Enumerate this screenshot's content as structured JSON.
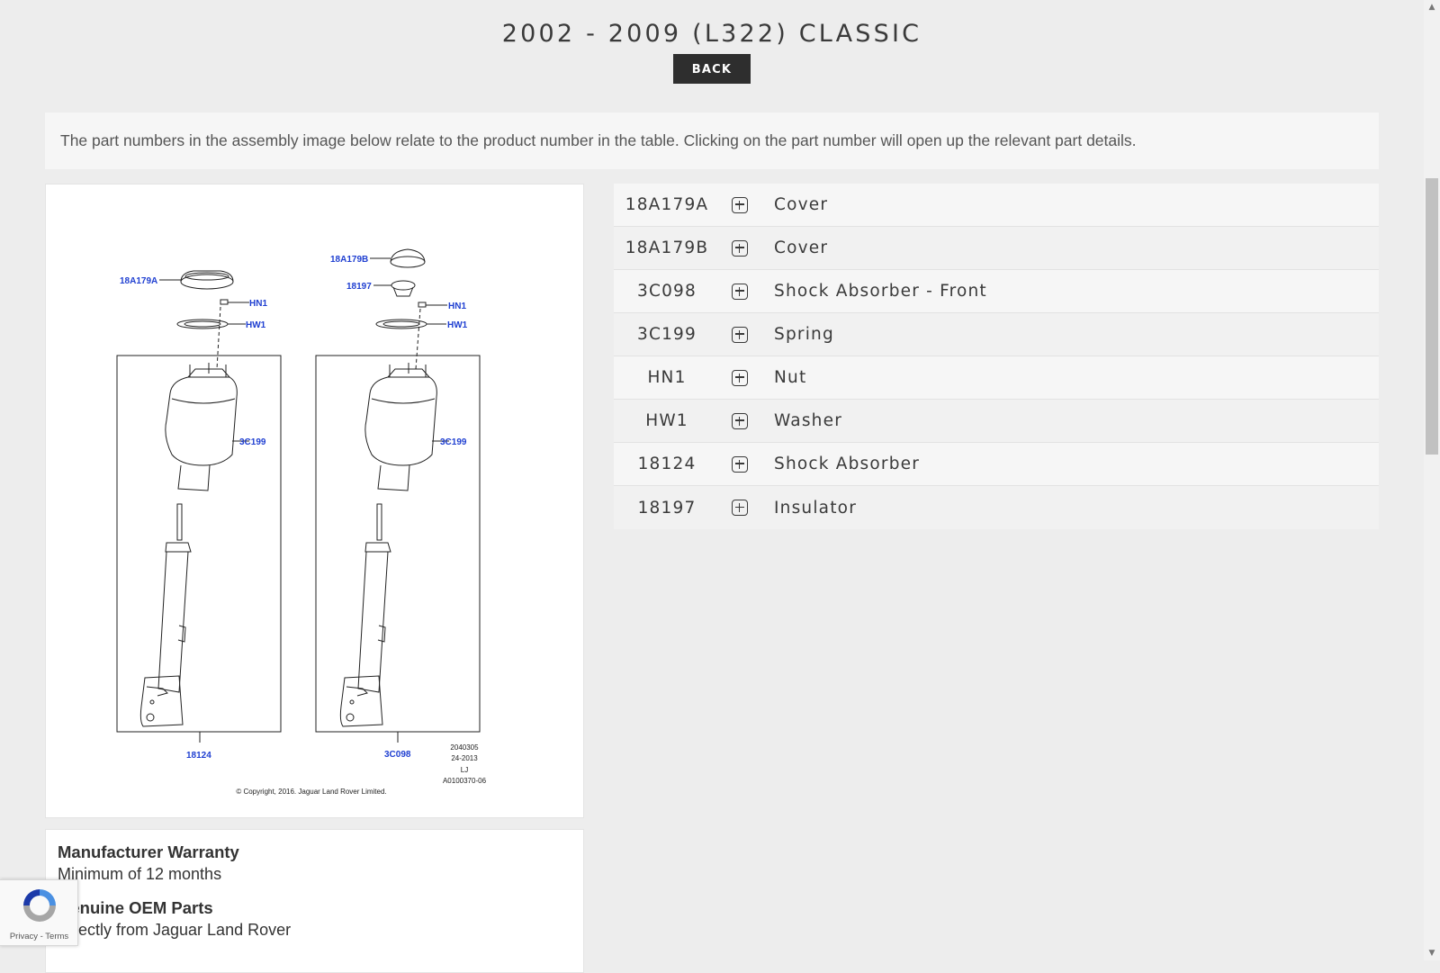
{
  "header": {
    "title": "2002 - 2009 (L322) CLASSIC",
    "back_label": "BACK"
  },
  "info_text": "The part numbers in the assembly image below relate to the product number in the table. Clicking on the part number will open up the relevant part details.",
  "parts": [
    {
      "number": "18A179A",
      "name": "Cover"
    },
    {
      "number": "18A179B",
      "name": "Cover"
    },
    {
      "number": "3C098",
      "name": "Shock Absorber - Front"
    },
    {
      "number": "3C199",
      "name": "Spring"
    },
    {
      "number": "HN1",
      "name": "Nut"
    },
    {
      "number": "HW1",
      "name": "Washer"
    },
    {
      "number": "18124",
      "name": "Shock Absorber"
    },
    {
      "number": "18197",
      "name": "Insulator"
    }
  ],
  "diagram": {
    "labels": {
      "left_cover": "18A179A",
      "right_cover": "18A179B",
      "insulator": "18197",
      "left_nut": "HN1",
      "left_washer": "HW1",
      "right_nut": "HN1",
      "right_washer": "HW1",
      "left_spring": "3C199",
      "right_spring": "3C199",
      "left_absorber": "18124",
      "right_absorber": "3C098"
    },
    "ref_lines": [
      "2040305",
      "24-2013",
      "LJ",
      "A0100370-06"
    ],
    "copyright": "© Copyright, 2016. Jaguar Land Rover Limited.",
    "label_color": "#1f3fd1"
  },
  "features": [
    {
      "title": "Manufacturer Warranty",
      "text": "Minimum of 12 months"
    },
    {
      "title": "Genuine OEM Parts",
      "text": "Directly from Jaguar Land Rover"
    }
  ],
  "recaptcha": {
    "privacy": "Privacy",
    "separator": " - ",
    "terms": "Terms"
  }
}
